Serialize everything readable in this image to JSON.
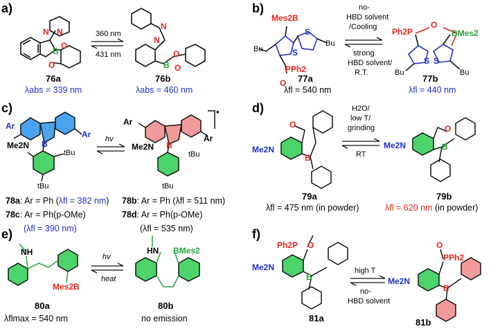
{
  "colors": {
    "blue": "#1f2fd0",
    "red": "#e8231c",
    "green": "#24a33a",
    "green_fill": "#4cd46a",
    "blue_fill": "#4aa3ef",
    "pink_fill": "#f29a9a",
    "black": "#111111"
  },
  "panels": {
    "a": {
      "label": "a)",
      "arrow_top": "360 nm",
      "arrow_bottom": "431 nm",
      "left": {
        "id": "76a",
        "lambda": "λabs = 339 nm",
        "atoms": [
          "N",
          "N",
          "B",
          "O",
          "O"
        ]
      },
      "right": {
        "id": "76b",
        "lambda": "λabs = 460 nm",
        "atoms": [
          "N",
          "N",
          "B",
          "O",
          "O"
        ]
      }
    },
    "b": {
      "label": "b)",
      "arrow_top": [
        "no-",
        "HBD solvent",
        "/Cooling"
      ],
      "arrow_bottom": [
        "strong",
        "HBD solvent/",
        "R.T."
      ],
      "left": {
        "id": "77a",
        "lambda": "λfl = 540 nm",
        "atoms": [
          "Mes2B",
          "Bu",
          "S",
          "S",
          "Bu",
          "PPh2",
          "O"
        ]
      },
      "right": {
        "id": "77b",
        "lambda": "λfl = 440 nm",
        "atoms": [
          "Ph2P",
          "O",
          "BMes2",
          "S",
          "S",
          "Bu",
          "Bu"
        ]
      }
    },
    "c": {
      "label": "c)",
      "arrow_top": "hv",
      "left_atoms": [
        "Ar",
        "Ar",
        "Me2N",
        "B",
        "tBu",
        "tBu"
      ],
      "right_atoms": [
        "Ar",
        "Ar",
        "*",
        "Me2N",
        "B",
        "tBu",
        "tBu"
      ],
      "entries": [
        {
          "id": "78a",
          "text": ": Ar = Ph (",
          "lambda": "λfl = 382 nm",
          "close": ")"
        },
        {
          "id": "78b",
          "text": ": Ar = Ph (λfl = 511 nm)"
        },
        {
          "id": "78c",
          "text": ": Ar = Ph(p-OMe)"
        },
        {
          "id": "78d",
          "text": ": Ar = Ph(p-OMe)"
        }
      ],
      "lambda_78c": "(λfl = 390 nm)",
      "lambda_78d": "(λfl = 535 nm)"
    },
    "d": {
      "label": "d)",
      "arrow_top": [
        "H2O/",
        "low T/",
        "grinding"
      ],
      "arrow_bottom": "RT",
      "left": {
        "id": "79a",
        "lambda": "λfl = 475 nm (in powder)",
        "atoms": [
          "O",
          "Me2N",
          "B"
        ]
      },
      "right": {
        "id": "79b",
        "lambda_red": "λfl = 620 nm",
        "lambda_rest": " (in powder)",
        "atoms": [
          "O",
          "Me2N",
          "B"
        ]
      }
    },
    "e": {
      "label": "e)",
      "arrow_top": "hv",
      "arrow_bottom": "heat",
      "left": {
        "id": "80a",
        "lambda": "λflmax = 540 nm",
        "atoms": [
          "NH",
          "Mes2B"
        ]
      },
      "right": {
        "id": "80b",
        "lambda": "no emission",
        "atoms": [
          "HN",
          "BMes2"
        ]
      }
    },
    "f": {
      "label": "f)",
      "arrow_top": "high T",
      "arrow_bottom": [
        "no-",
        "HBD solvent"
      ],
      "left": {
        "id": "81a",
        "atoms": [
          "Ph2P",
          "O",
          "Me2N",
          "B"
        ]
      },
      "right": {
        "id": "81b",
        "atoms": [
          "O",
          "PPh2",
          "Me2N",
          "B"
        ]
      }
    }
  }
}
